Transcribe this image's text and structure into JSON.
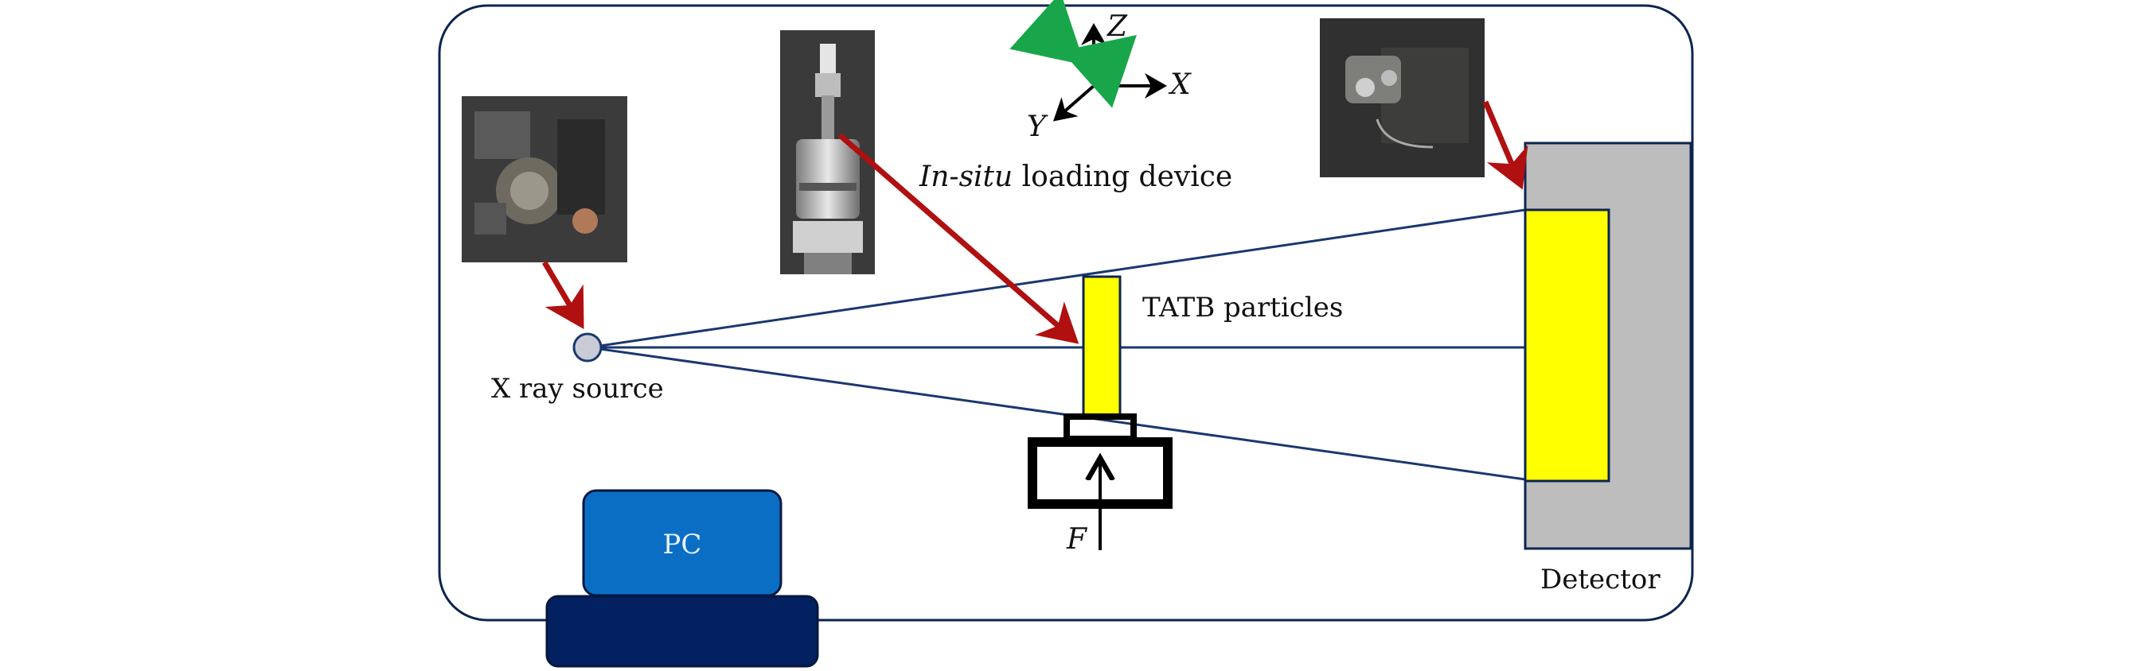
{
  "labels": {
    "source": "X ray source",
    "device_prefix": "In-situ",
    "device_suffix": " loading device",
    "particles": "TATB particles",
    "detector": "Detector",
    "pc": "PC",
    "force": "F",
    "axis_x": "X",
    "axis_y": "Y",
    "axis_z": "Z"
  },
  "colors": {
    "frame": "#0d2450",
    "beam": "#1a3770",
    "arrow": "#b01010",
    "sample": "#ffff00",
    "detector_housing": "#bdbdbd",
    "pc_screen": "#0a6fc4",
    "pc_base": "#032060",
    "rotation_arrow": "#19a64a",
    "photo_bg": "#3b3b3b"
  },
  "icons": {
    "source": "circle-source-icon",
    "rotation": "rotation-arrow-icon",
    "force": "force-arrow-icon"
  }
}
